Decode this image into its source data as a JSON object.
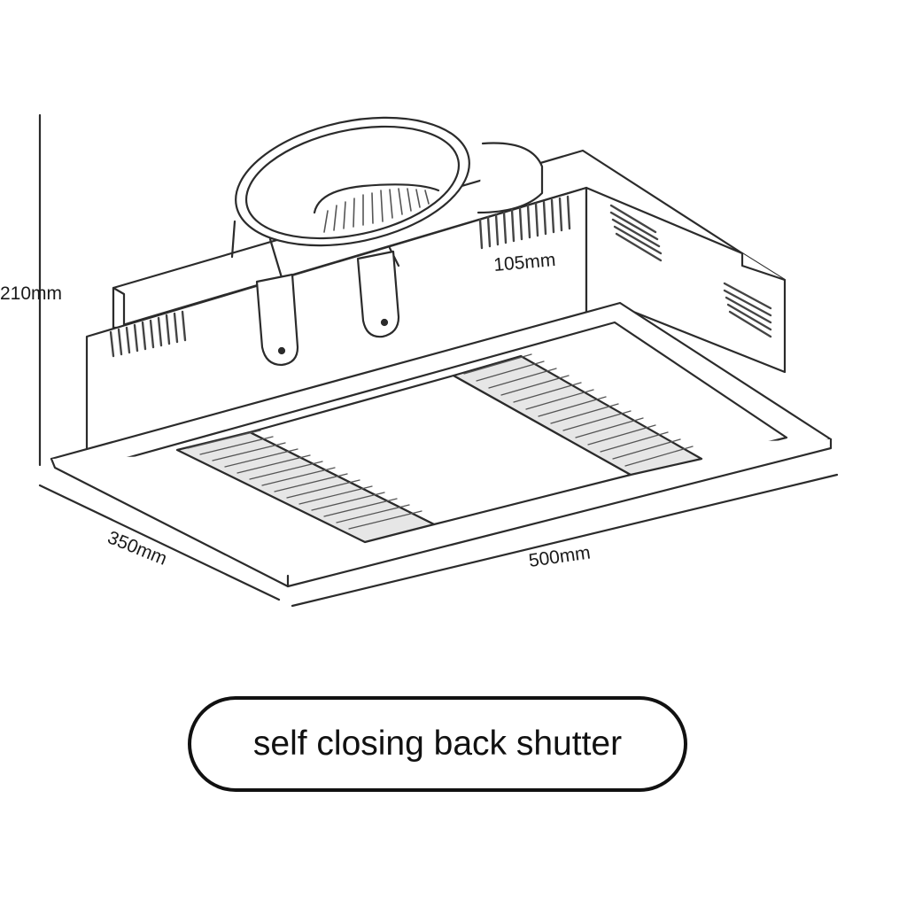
{
  "dimensions": {
    "height": "210mm",
    "depth": "105mm",
    "width_short": "350mm",
    "width_long": "500mm"
  },
  "caption": "self closing back shutter",
  "colors": {
    "line": "#2b2b2b",
    "grille": "#555555",
    "background": "#ffffff"
  }
}
